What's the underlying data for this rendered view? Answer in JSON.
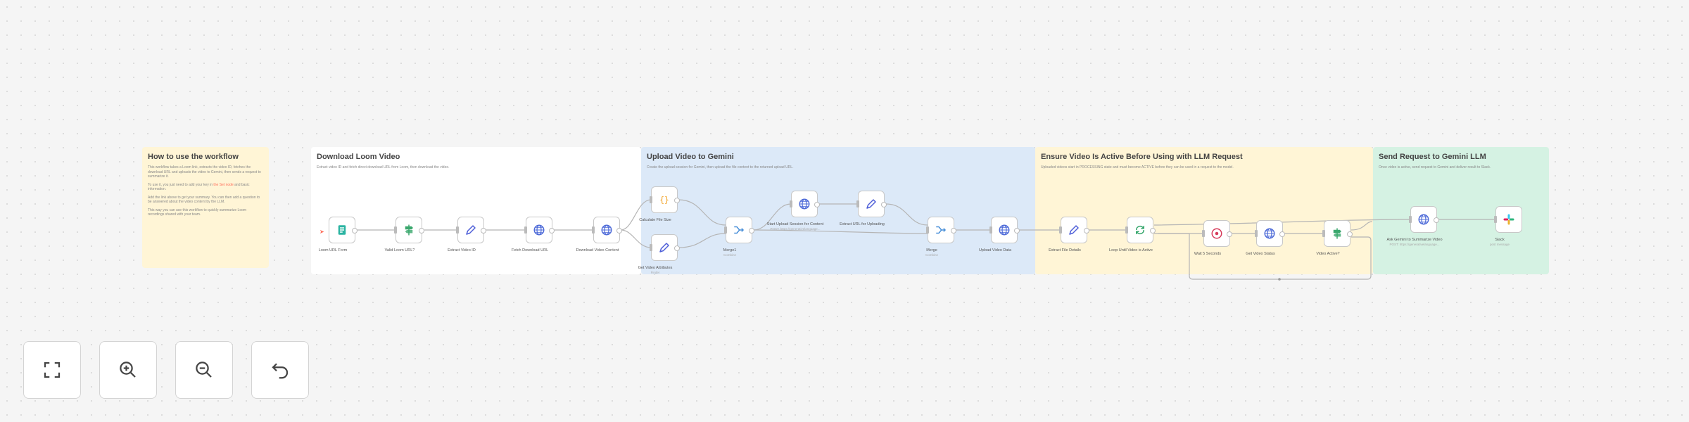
{
  "stickies": {
    "how": {
      "title": "How to use the workflow",
      "p1": "This workflow takes a Loom link, extracts the video ID, fetches the download URL and uploads the video to Gemini, then sends a request to summarize it.",
      "p2_pre": "To use it, you just need to add your key in ",
      "p2_link": "the Set node",
      "p2_post": " and basic information.",
      "p3": "Add the link above to get your summary. You can then add a question to be answered about the video content by the LLM.",
      "p4": "This way you can use this workflow to quickly summarize Loom recordings shared with your team."
    },
    "download": {
      "title": "Download Loom Video",
      "desc": "Extract video ID and fetch direct download URL from Loom, then download the video."
    },
    "upload": {
      "title": "Upload Video to Gemini",
      "desc": "Create the upload session for Gemini, then upload the file content to the returned upload URL."
    },
    "ensure": {
      "title": "Ensure Video Is Active Before Using with LLM Request",
      "desc": "Uploaded videos start in PROCESSING state and must become ACTIVE before they can be used in a request to the model."
    },
    "send": {
      "title": "Send Request to Gemini LLM",
      "desc": "Once video is active, send request to Gemini and deliver result to Slack."
    }
  },
  "nodes": {
    "loom_url_form": {
      "label": "Loom URL Form",
      "icon": "form-icon"
    },
    "valid_loom_url": {
      "label": "Valid Loom URL?",
      "icon": "if-signpost-icon"
    },
    "extract_video_id": {
      "label": "Extract Video ID",
      "icon": "pencil-icon"
    },
    "fetch_download_url": {
      "label": "Fetch Download URL",
      "icon": "globe-icon"
    },
    "download_video_content": {
      "label": "Download Video Content",
      "icon": "globe-icon"
    },
    "calculate_file_size": {
      "label": "Calculate File Size",
      "icon": "code-braces-icon"
    },
    "get_video_attributes": {
      "label": "Get Video Attributes",
      "sub": "Finder",
      "icon": "pencil-icon"
    },
    "merge1": {
      "label": "Merge1",
      "sub": "Combine",
      "icon": "merge-icon"
    },
    "start_upload_session": {
      "label": "Start Upload Session for Content",
      "sub": "POST: https://generativelanguage...",
      "icon": "globe-icon"
    },
    "extract_url_uploading": {
      "label": "Extract URL for Uploading",
      "icon": "pencil-icon"
    },
    "merge": {
      "label": "Merge",
      "sub": "Combine",
      "icon": "merge-icon"
    },
    "upload_video_data": {
      "label": "Upload Video Data",
      "icon": "globe-icon"
    },
    "extract_file_details": {
      "label": "Extract File Details",
      "icon": "pencil-icon"
    },
    "loop_until_active": {
      "label": "Loop Until Video is Active",
      "icon": "loop-icon"
    },
    "wait_5_seconds": {
      "label": "Wait 5 Seconds",
      "icon": "wait-icon"
    },
    "get_video_status": {
      "label": "Get Video Status",
      "icon": "globe-icon"
    },
    "video_active": {
      "label": "Video Active?",
      "icon": "if-signpost-icon"
    },
    "ask_gemini": {
      "label": "Ask Gemini to Summarize Video",
      "sub": "POST: https://generativelanguage...",
      "icon": "globe-icon"
    },
    "slack": {
      "label": "Slack",
      "sub": "post message",
      "icon": "slack-icon"
    }
  },
  "controls": [
    {
      "name": "fit-view-button",
      "icon": "fit-view-icon"
    },
    {
      "name": "zoom-in-button",
      "icon": "zoom-in-icon"
    },
    {
      "name": "zoom-out-button",
      "icon": "zoom-out-icon"
    },
    {
      "name": "undo-button",
      "icon": "undo-icon"
    }
  ],
  "colors": {
    "accent": "#ff6d5a",
    "sticky_yellow": "#fff5d6",
    "sticky_blue": "#dce9f8",
    "sticky_green": "#d5f2e3",
    "sticky_white": "#ffffff"
  }
}
